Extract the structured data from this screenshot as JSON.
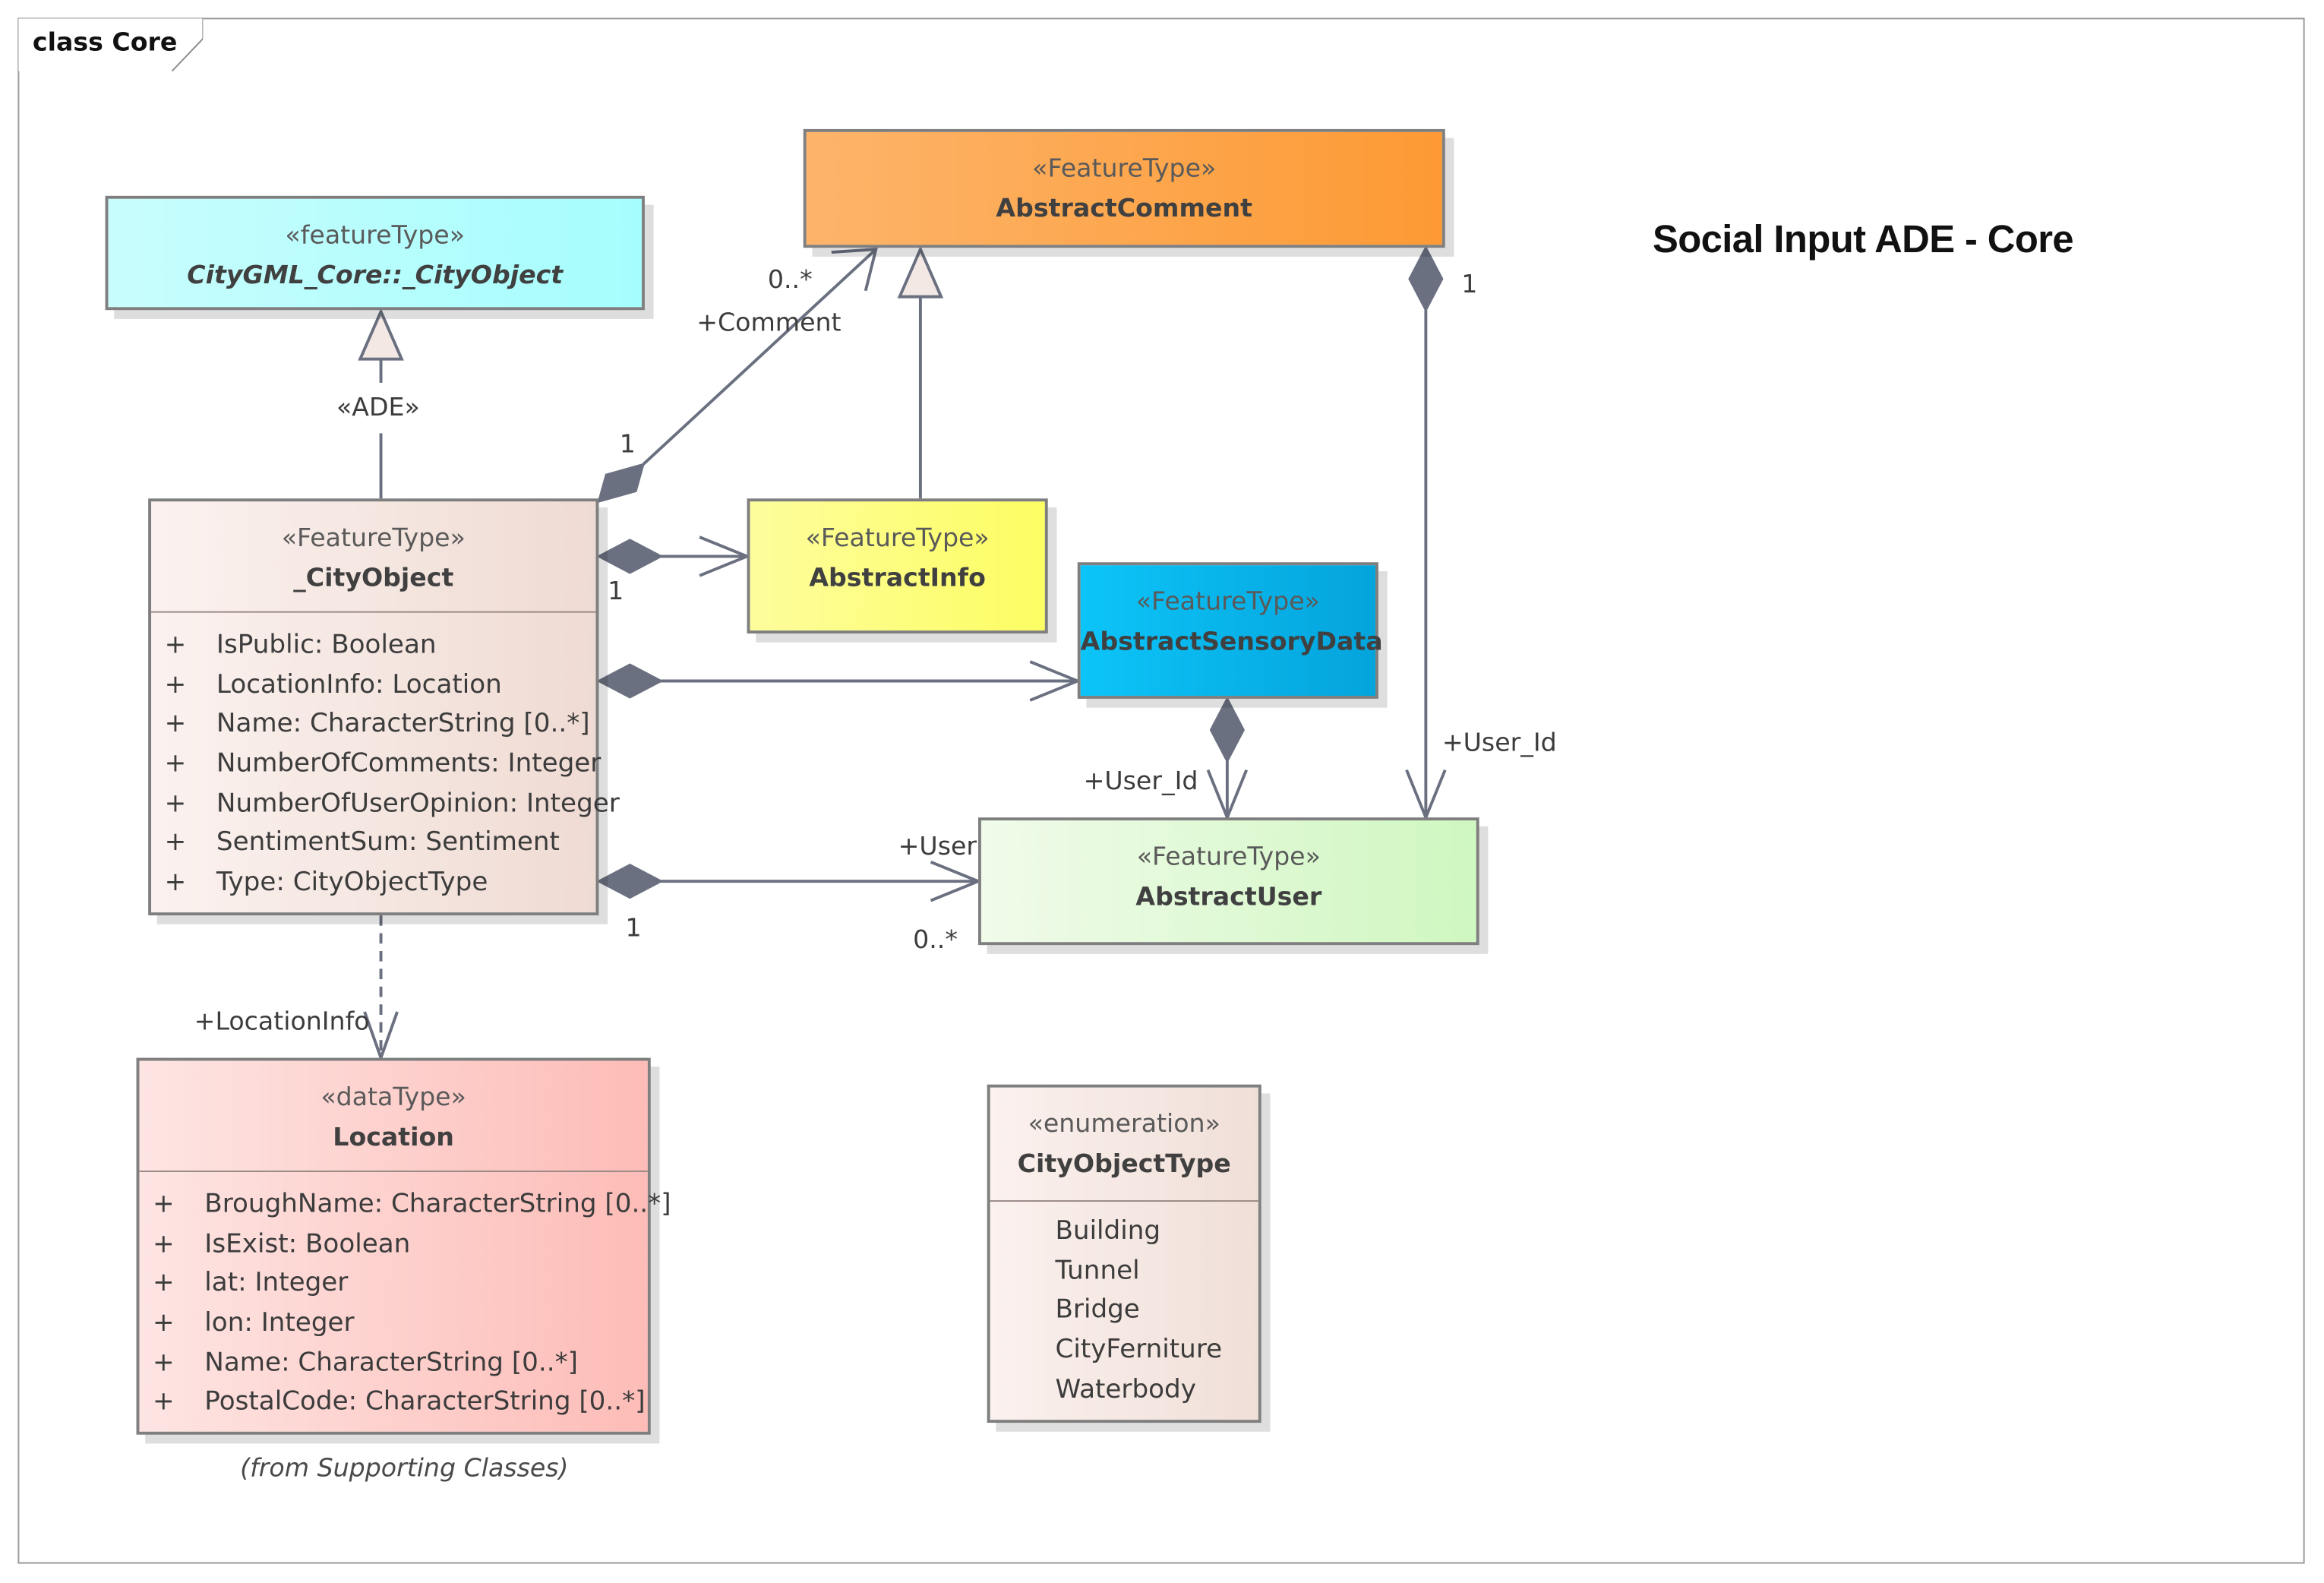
{
  "diagram": {
    "frame_label": "class Core",
    "title": "Social Input ADE - Core"
  },
  "classes": {
    "city_object_core": {
      "stereotype": "«featureType»",
      "name": "CityGML_Core::_CityObject",
      "color": "#a6fdfd"
    },
    "abstract_comment": {
      "stereotype": "«FeatureType»",
      "name": "AbstractComment",
      "color": "#fd9f3b"
    },
    "city_object": {
      "stereotype": "«FeatureType»",
      "name": "_CityObject",
      "color": "#f1ddd5",
      "attributes": [
        {
          "vis": "+",
          "text": "IsPublic: Boolean"
        },
        {
          "vis": "+",
          "text": "LocationInfo: Location"
        },
        {
          "vis": "+",
          "text": "Name: CharacterString [0..*]"
        },
        {
          "vis": "+",
          "text": "NumberOfComments: Integer"
        },
        {
          "vis": "+",
          "text": "NumberOfUserOpinion: Integer"
        },
        {
          "vis": "+",
          "text": "SentimentSum: Sentiment"
        },
        {
          "vis": "+",
          "text": "Type: CityObjectType"
        }
      ]
    },
    "abstract_info": {
      "stereotype": "«FeatureType»",
      "name": "AbstractInfo",
      "color": "#fdfd6a"
    },
    "abstract_sensory_data": {
      "stereotype": "«FeatureType»",
      "name": "AbstractSensoryData",
      "color": "#08b4ea"
    },
    "abstract_user": {
      "stereotype": "«FeatureType»",
      "name": "AbstractUser",
      "color": "#d6f8c7"
    },
    "location": {
      "stereotype": "«dataType»",
      "name": "Location",
      "color": "#fdc3bf",
      "attributes": [
        {
          "vis": "+",
          "text": "BroughName: CharacterString [0..*]"
        },
        {
          "vis": "+",
          "text": "IsExist: Boolean"
        },
        {
          "vis": "+",
          "text": "lat: Integer"
        },
        {
          "vis": "+",
          "text": "lon: Integer"
        },
        {
          "vis": "+",
          "text": "Name: CharacterString [0..*]"
        },
        {
          "vis": "+",
          "text": "PostalCode: CharacterString [0..*]"
        }
      ],
      "note": "(from Supporting Classes)"
    },
    "city_object_type": {
      "stereotype": "«enumeration»",
      "name": "CityObjectType",
      "color": "#f3e2dc",
      "literals": [
        "Building",
        "Tunnel",
        "Bridge",
        "CityFerniture",
        "Waterbody"
      ]
    }
  },
  "connector_labels": {
    "ade": "«ADE»",
    "comment_mult_source": "1",
    "comment_mult_target": "0..*",
    "comment_role": "+Comment",
    "info_mult_source": "1",
    "user_mult_source": "1",
    "user_mult_target": "0..*",
    "user_role": "+User",
    "sensory_user_role": "+User_Id",
    "comment_user_mult": "1",
    "comment_user_role": "+User_Id",
    "location_role": "+LocationInfo"
  }
}
